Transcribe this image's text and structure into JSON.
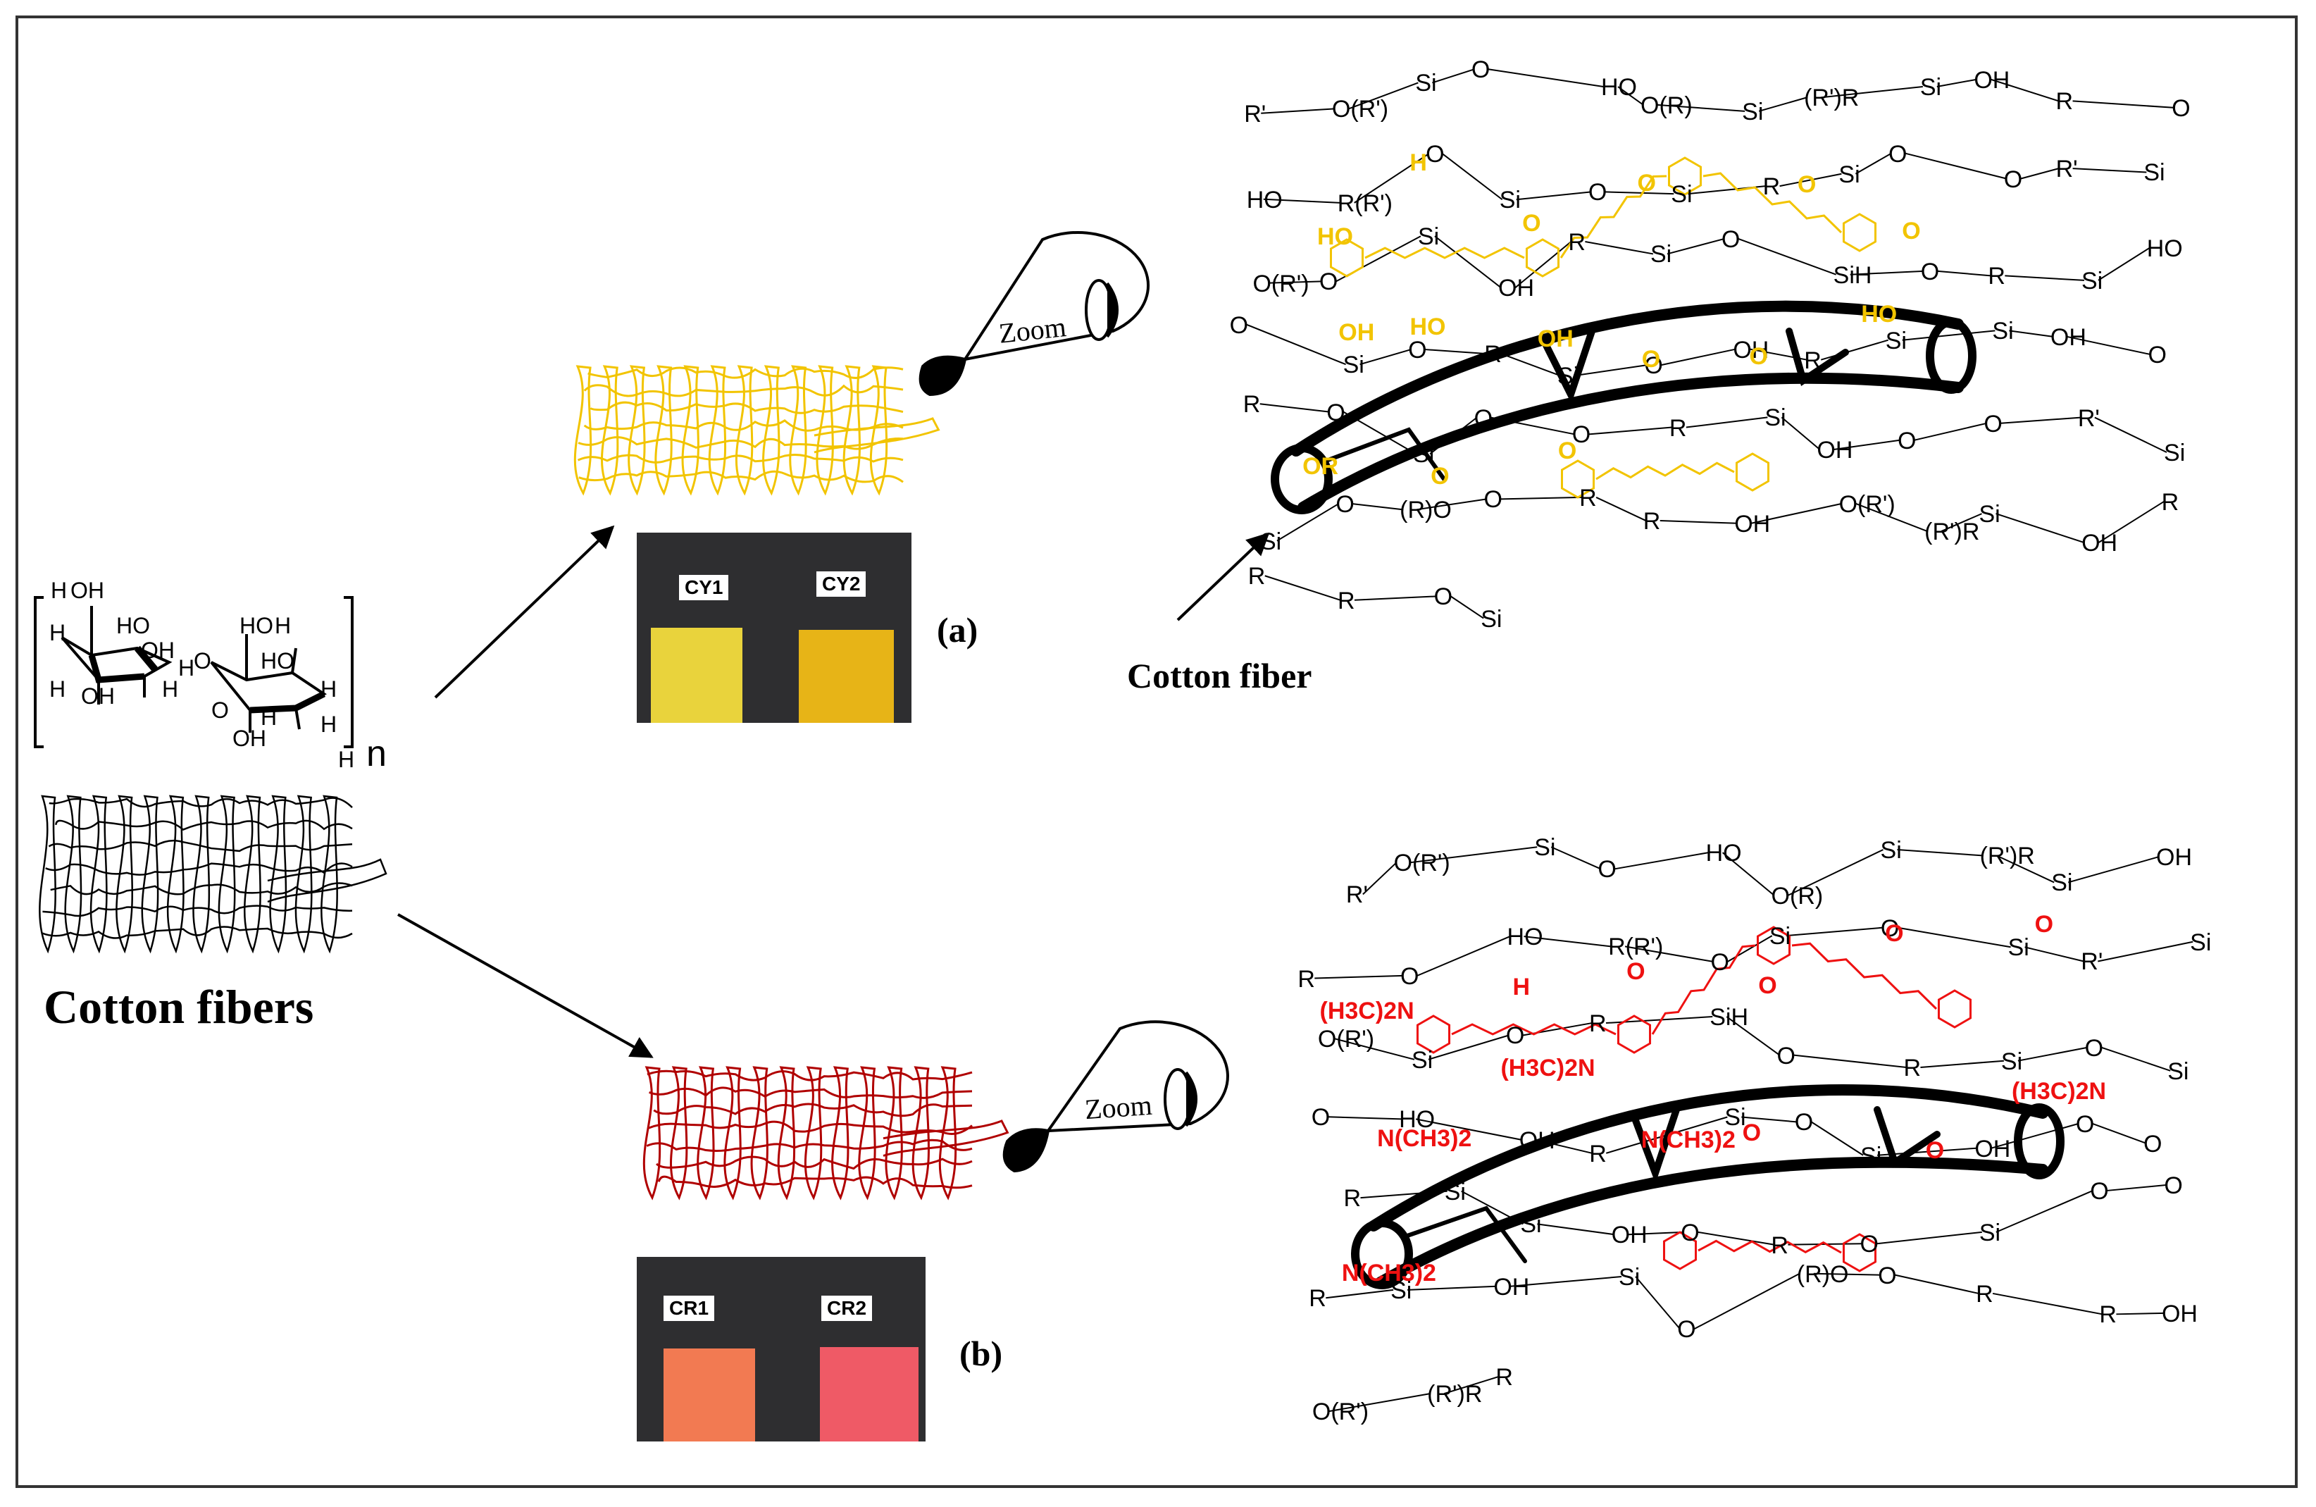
{
  "labels": {
    "cotton_fibers": "Cotton fibers",
    "cotton_fiber": "Cotton fiber",
    "panel_a": "(a)",
    "panel_b": "(b)",
    "zoom": "Zoom",
    "n": "n"
  },
  "swatches": {
    "top": [
      {
        "label": "CY1",
        "color": "#e9d33c"
      },
      {
        "label": "CY2",
        "color": "#e7b417"
      }
    ],
    "bottom": [
      {
        "label": "CR1",
        "color": "#f27a52"
      },
      {
        "label": "CR2",
        "color": "#ef5a66"
      }
    ]
  },
  "colors": {
    "yellow_dye": "#f2c400",
    "red_dye": "#ee1111",
    "black": "#000000",
    "swatch_bg": "#2e2e30"
  },
  "cellulose_labels": [
    "H",
    "OH",
    "H",
    "HO",
    "OH",
    "H",
    "O",
    "H",
    "HO",
    "H",
    "OH",
    "H",
    "O",
    "H",
    "HO",
    "H",
    "OH",
    "H",
    "H"
  ],
  "top_network_black": [
    "R'",
    "O(R')",
    "Si",
    "O",
    "HO",
    "O(R)",
    "Si",
    "(R')R",
    "Si",
    "OH",
    "R",
    "O",
    "HO",
    "R(R')",
    "O",
    "Si",
    "O",
    "Si",
    "R",
    "Si",
    "O",
    "O",
    "R'",
    "Si",
    "O(R')",
    "O",
    "Si",
    "OH",
    "R",
    "Si",
    "O",
    "SiH",
    "O",
    "R",
    "Si",
    "HO",
    "O",
    "Si",
    "O",
    "R",
    "Si",
    "O",
    "OH",
    "R",
    "Si",
    "Si",
    "OH",
    "O",
    "R",
    "O",
    "Si",
    "O",
    "O",
    "R",
    "Si",
    "OH",
    "O",
    "O",
    "R'",
    "Si",
    "Si",
    "O",
    "(R)O",
    "O",
    "R",
    "R",
    "OH",
    "O(R')",
    "(R')R",
    "Si",
    "OH",
    "R",
    "R",
    "R",
    "O",
    "Si"
  ],
  "top_network_yellow": [
    "HO",
    "H",
    "O",
    "O",
    "O",
    "O",
    "OH",
    "HO",
    "OH",
    "O",
    "O",
    "HO",
    "OR",
    "O",
    "O"
  ],
  "bottom_network_black": [
    "R'",
    "O(R')",
    "Si",
    "O",
    "HO",
    "O(R)",
    "Si",
    "(R')R",
    "Si",
    "OH",
    "R",
    "O",
    "HO",
    "R(R')",
    "O",
    "Si",
    "O",
    "Si",
    "R'",
    "Si",
    "O(R')",
    "Si",
    "O",
    "R",
    "SiH",
    "O",
    "R",
    "Si",
    "O",
    "Si",
    "O",
    "HO",
    "OH",
    "R",
    "Si",
    "O",
    "Si",
    "OH",
    "O",
    "O",
    "R",
    "Si",
    "Si",
    "OH",
    "O",
    "R",
    "O",
    "Si",
    "O",
    "O",
    "R",
    "Si",
    "OH",
    "Si",
    "O",
    "(R)O",
    "O",
    "R",
    "R",
    "OH",
    "O(R')",
    "(R')R",
    "R"
  ],
  "bottom_network_red": [
    "(H3C)2N",
    "H",
    "O",
    "O",
    "O",
    "O",
    "N(CH3)2",
    "(H3C)2N",
    "N(CH3)2",
    "O",
    "O",
    "(H3C)2N",
    "N(CH3)2"
  ]
}
